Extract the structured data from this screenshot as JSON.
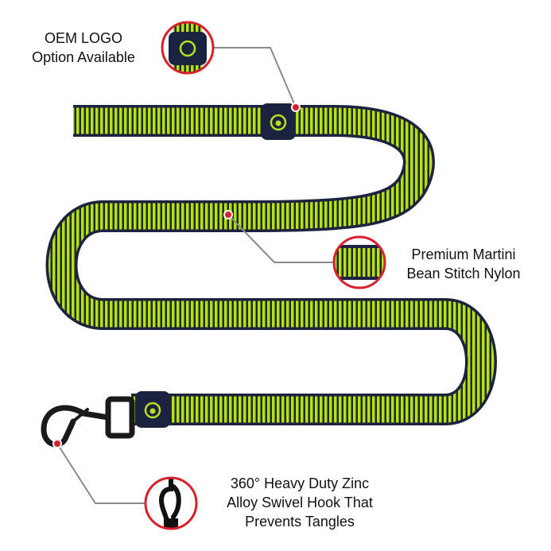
{
  "callouts": {
    "logo": {
      "lines": [
        "OEM LOGO",
        "Option Available"
      ]
    },
    "nylon": {
      "lines": [
        "Premium Martini",
        "Bean Stitch Nylon"
      ]
    },
    "hook": {
      "lines": [
        "360° Heavy Duty Zinc",
        "Alloy Swivel Hook That",
        "Prevents Tangles"
      ]
    }
  },
  "colors": {
    "stripe_green": "#b6e01e",
    "stripe_dark": "#1d2a1a",
    "edge_navy": "#1c2340",
    "callout_ring": "#d9202a",
    "leader_line": "#8a8a8a"
  }
}
